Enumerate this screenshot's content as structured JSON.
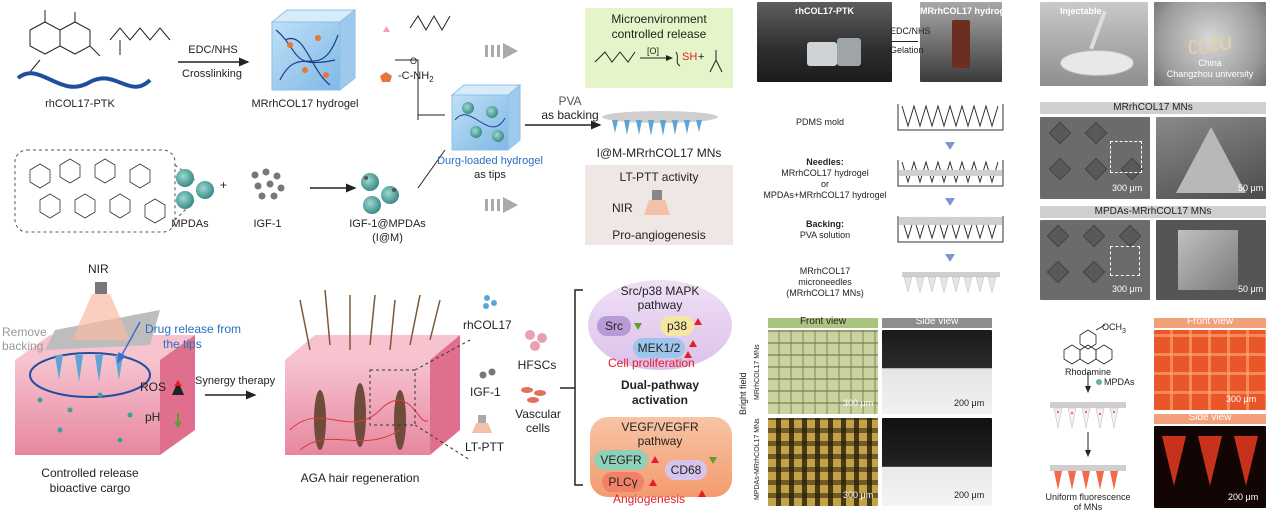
{
  "left": {
    "rhcol_label": "rhCOL17-PTK",
    "edc1": "EDC/NHS",
    "crosslink": "Crosslinking",
    "hydrogel_label": "MRrhCOL17 hydrogel",
    "amide": "-C-NH",
    "amide_sub": "2",
    "amide_o": "O",
    "micro_line1": "Microenvironment",
    "micro_line2": "controlled release",
    "ox": "[O]",
    "sh": "SH",
    "plus": "+",
    "pva1": "PVA",
    "pva2": "as backing",
    "durg1": "Durg-loaded hydrogel",
    "durg2": "as tips",
    "mns_label": "I@M-MRrhCOL17 MNs",
    "ltptt": "LT-PTT activity",
    "nir_box": "NIR",
    "proangio": "Pro-angiogenesis",
    "mpdas": "MPDAs",
    "igf1": "IGF-1",
    "igfmpdas1": "IGF-1@MPDAs",
    "igfmpdas2": "(I@M)",
    "nir_skin": "NIR",
    "remove1": "Remove",
    "remove2": "backing",
    "drugrel1": "Drug release from",
    "drugrel2": "the tips",
    "ros": "ROS",
    "ph": "pH",
    "synergy": "Synergy therapy",
    "controlled1": "Controlled release",
    "controlled2": "bioactive cargo",
    "aga": "AGA hair regeneration",
    "rhcol17": "rhCOL17",
    "igf1b": "IGF-1",
    "ltptt2": "LT-PTT",
    "hfscs": "HFSCs",
    "vascular1": "Vascular",
    "vascular2": "cells",
    "src_title1": "Src/p38 MAPK",
    "src_title2": "pathway",
    "src": "Src",
    "p38": "p38",
    "mek": "MEK1/2",
    "cellprolif": "Cell proliferation",
    "dual1": "Dual-pathway",
    "dual2": "activation",
    "vegf_title1": "VEGF/VEGFR",
    "vegf_title2": "pathway",
    "vegfr": "VEGFR",
    "cd68": "CD68",
    "plcy": "PLCγ",
    "angio": "Angiogenesis"
  },
  "middle": {
    "photo1": "rhCOL17-PTK",
    "photo2": "MRrhCOL17 hydrogel",
    "edc": "EDC/NHS",
    "gelation": "Gelation",
    "pdms": "PDMS mold",
    "needles_b": "Needles:",
    "needles1": "MRrhCOL17 hydrogel",
    "needles_or": "or",
    "needles2": "MPDAs+MRrhCOL17 hydrogel",
    "backing_b": "Backing:",
    "backing1": "PVA solution",
    "mn1": "MRrhCOL17",
    "mn2": "microneedles",
    "mn3": "(MRrhCOL17 MNs)",
    "front": "Front view",
    "side": "Side view",
    "bright": "Bright field",
    "row1": "MRrhCOL17 MNs",
    "row2": "MPDAs-MRrhCOL17 MNs",
    "s300a": "300 μm",
    "s200a": "200 μm",
    "s300b": "300 μm",
    "s200b": "200 μm"
  },
  "right": {
    "inject": "Injectable",
    "china1": "China",
    "china2": "Changzhou university",
    "mns_title1": "MRrhCOL17 MNs",
    "mns_title2": "MPDAs-MRrhCOL17 MNs",
    "s300a": "300 μm",
    "s50a": "50 μm",
    "s300b": "300 μm",
    "s50b": "50 μm",
    "och3": "OCH",
    "och3_sub": "3",
    "rhodamine": "Rhodamine",
    "mpdas": "MPDAs",
    "front": "Front view",
    "side": "Side view",
    "s300c": "300 μm",
    "s200c": "200 μm",
    "uniform1": "Uniform fluorescence",
    "uniform2": "of MNs"
  },
  "colors": {
    "blue_chain": "#1f4e9c",
    "green_box": "#e6f5c9",
    "orange_panel": "#f7b48f",
    "purple_panel": "#e8d3f0",
    "red_arrow": "#e21f26",
    "green_arrow": "#5aa02c",
    "skin_pink": "#f0a6b8"
  }
}
